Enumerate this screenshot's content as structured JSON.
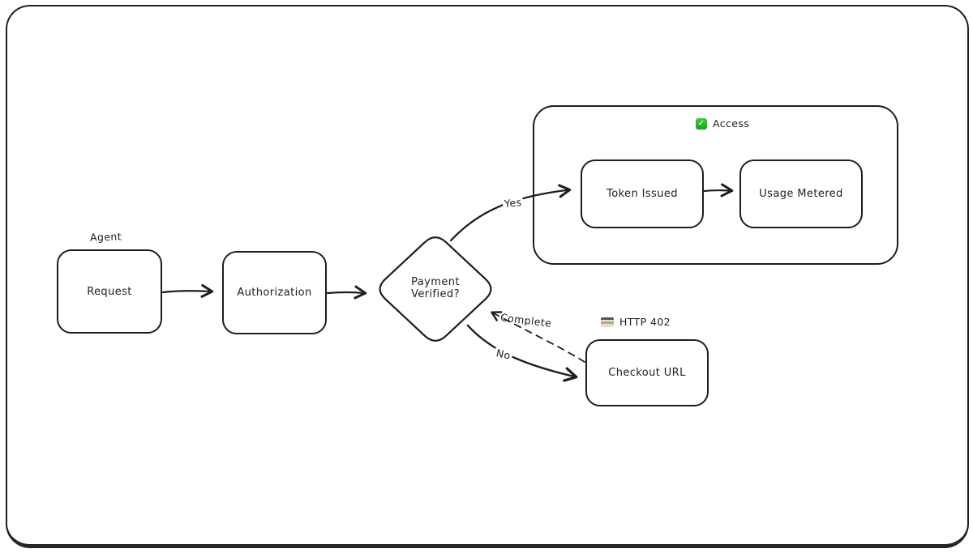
{
  "nodes": {
    "request": "Request",
    "authorization": "Authorization",
    "payment_verified": "Payment Verified?",
    "token_issued": "Token Issued",
    "usage_metered": "Usage Metered",
    "checkout_url": "Checkout URL"
  },
  "annotations": {
    "agent": "Agent",
    "access": "Access",
    "http_402": "HTTP 402"
  },
  "edge_labels": {
    "yes": "Yes",
    "no": "No",
    "complete": "Complete"
  },
  "icons": {
    "check_glyph": "✓"
  },
  "colors": {
    "stroke": "#1e1e1e",
    "background": "#ffffff",
    "check_green_top": "#3ecb3b",
    "check_green_bottom": "#15a818",
    "card_dark": "#55544a",
    "card_light": "#e7e0c4",
    "card_mid": "#b3ab8c"
  }
}
